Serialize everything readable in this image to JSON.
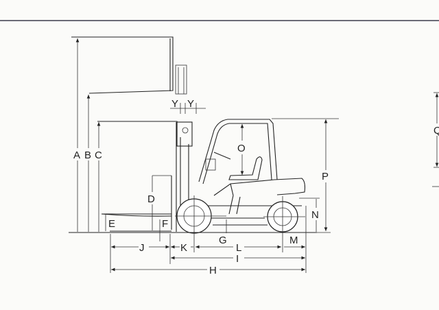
{
  "diagram": {
    "subject": "Forklift side-view dimension drawing",
    "colors": {
      "line": "#222222",
      "background": "#fbfbf9",
      "rule": "#3a3a4a"
    },
    "labels": {
      "A": "A",
      "B": "B",
      "C": "C",
      "D": "D",
      "E": "E",
      "F": "F",
      "G": "G",
      "H": "H",
      "I": "I",
      "J": "J",
      "K": "K",
      "L": "L",
      "M": "M",
      "N": "N",
      "O": "O",
      "P": "P",
      "Q": "Q",
      "Y1": "Y",
      "Y2": "Y"
    }
  }
}
